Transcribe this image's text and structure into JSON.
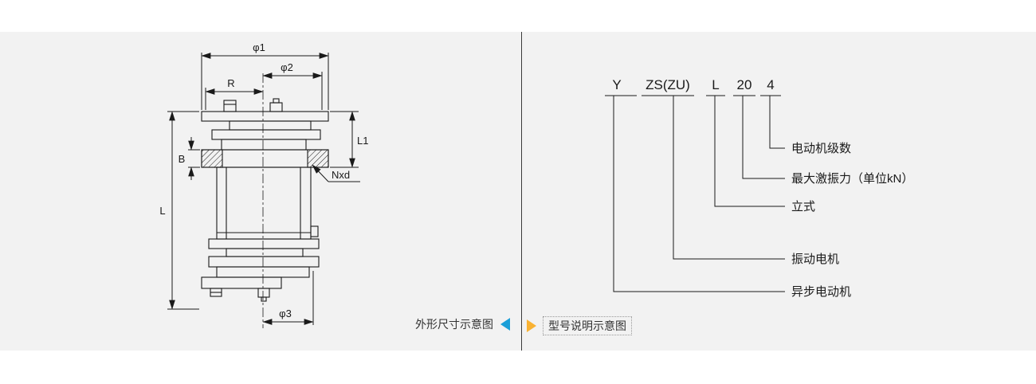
{
  "left_panel": {
    "caption": "外形尺寸示意图",
    "dimensions": {
      "phi1": "φ1",
      "phi2": "φ2",
      "R": "R",
      "L1": "L1",
      "B": "B",
      "L": "L",
      "Nxd": "Nxd",
      "phi3": "φ3"
    }
  },
  "right_panel": {
    "caption": "型号说明示意图",
    "model_parts": [
      "Y",
      "ZS(ZU)",
      "L",
      "20",
      "4"
    ],
    "labels": [
      "电动机级数",
      "最大激振力（单位kN）",
      "立式",
      "振动电机",
      "异步电动机"
    ]
  },
  "colors": {
    "panel_bg": "#f2f2f2",
    "line": "#1a1a1a",
    "accent_blue": "#1b9fd8",
    "accent_yellow": "#f9b233"
  }
}
